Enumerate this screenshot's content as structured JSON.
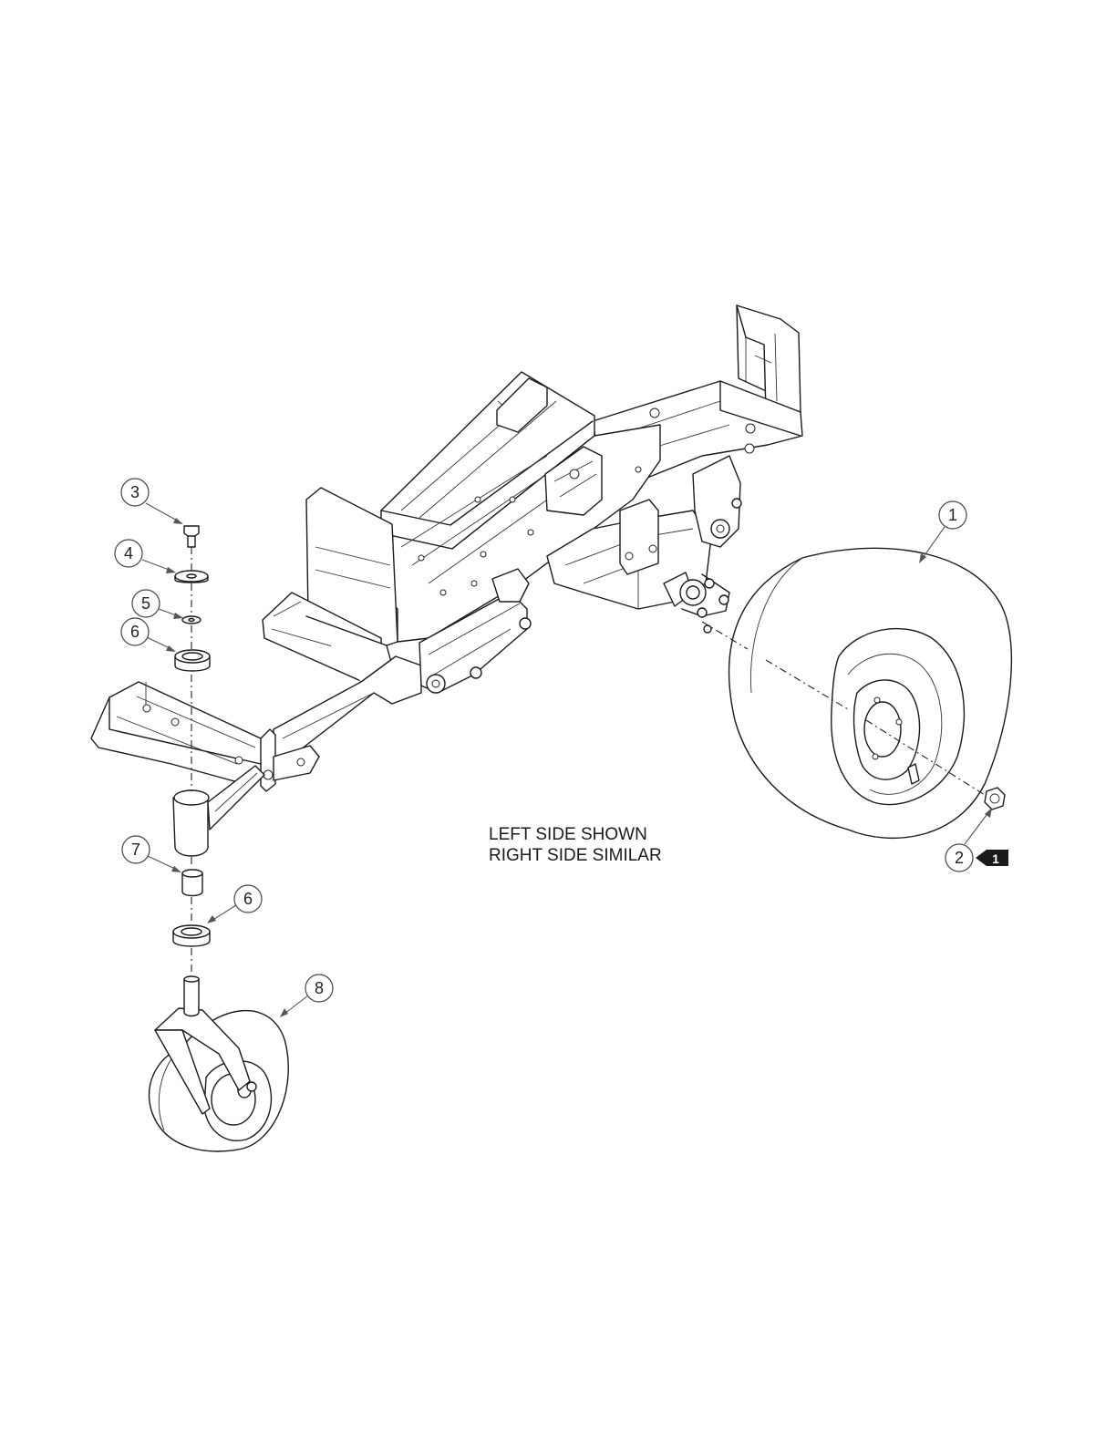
{
  "note": {
    "line1": "LEFT SIDE SHOWN",
    "line2": "RIGHT SIDE SIMILAR"
  },
  "callouts": [
    {
      "id": "c1",
      "label": "1"
    },
    {
      "id": "c2",
      "label": "2"
    },
    {
      "id": "c3",
      "label": "3"
    },
    {
      "id": "c4",
      "label": "4"
    },
    {
      "id": "c5",
      "label": "5"
    },
    {
      "id": "c6a",
      "label": "6"
    },
    {
      "id": "c7",
      "label": "7"
    },
    {
      "id": "c6b",
      "label": "6"
    },
    {
      "id": "c8",
      "label": "8"
    }
  ],
  "reference_tag": {
    "label": "1",
    "background": "#1a1a1a",
    "text_color": "#ffffff"
  },
  "colors": {
    "line": "#1a1a1a",
    "background": "#ffffff"
  }
}
